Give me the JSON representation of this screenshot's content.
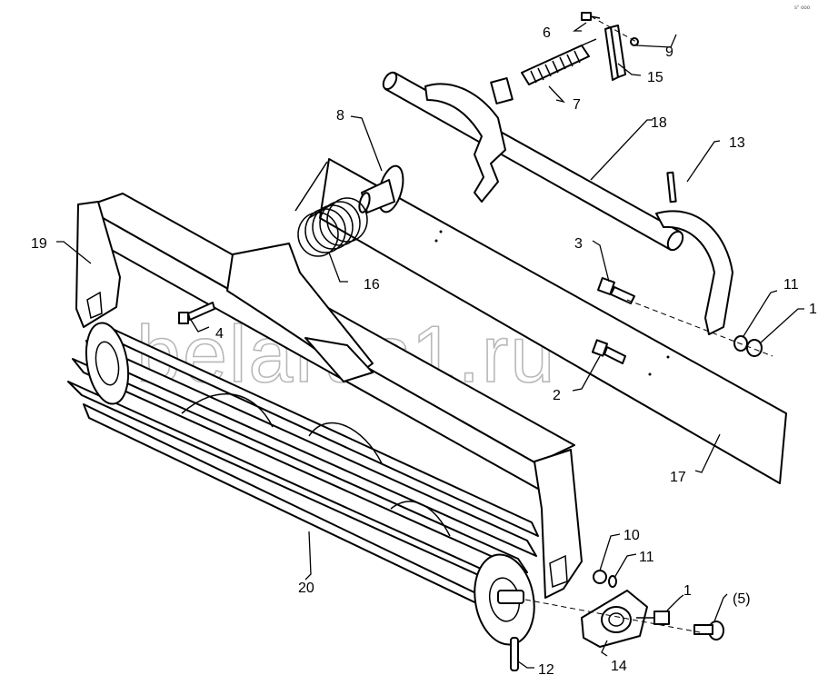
{
  "watermark": "belarus1.ru",
  "corner_mark": "s° ooo",
  "callouts": {
    "c1a": "1",
    "c1b": "1",
    "c2": "2",
    "c3": "3",
    "c4": "4",
    "c5": "(5)",
    "c6": "6",
    "c7": "7",
    "c8": "8",
    "c9": "9",
    "c10": "10",
    "c11a": "11",
    "c11b": "11",
    "c12": "12",
    "c13": "13",
    "c14": "14",
    "c15": "15",
    "c16": "16",
    "c17": "17",
    "c18": "18",
    "c19": "19",
    "c20": "20"
  }
}
